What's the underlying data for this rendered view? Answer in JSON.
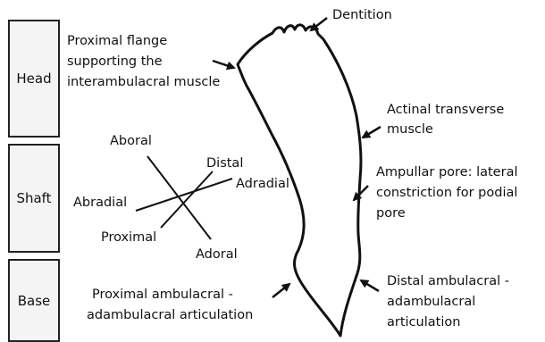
{
  "regions": [
    {
      "id": "head",
      "label": "Head"
    },
    {
      "id": "shaft",
      "label": "Shaft"
    },
    {
      "id": "base",
      "label": "Base"
    }
  ],
  "compass": {
    "aboral": "Aboral",
    "distal": "Distal",
    "adradial": "Adradial",
    "abradial": "Abradial",
    "proximal": "Proximal",
    "adoral": "Adoral"
  },
  "labels": {
    "dentition": "Dentition",
    "proximal_flange": [
      "Proximal flange",
      "supporting the",
      "interambulacral muscle"
    ],
    "actinal_transverse": [
      "Actinal transverse",
      "muscle"
    ],
    "ampullar_pore": [
      "Ampullar pore: lateral",
      "constriction for podial",
      "pore"
    ],
    "proximal_articulation": [
      "Proximal ambulacral -",
      "adambulacral articulation"
    ],
    "distal_articulation": [
      "Distal ambulacral -",
      "adambulacral",
      "articulation"
    ]
  }
}
